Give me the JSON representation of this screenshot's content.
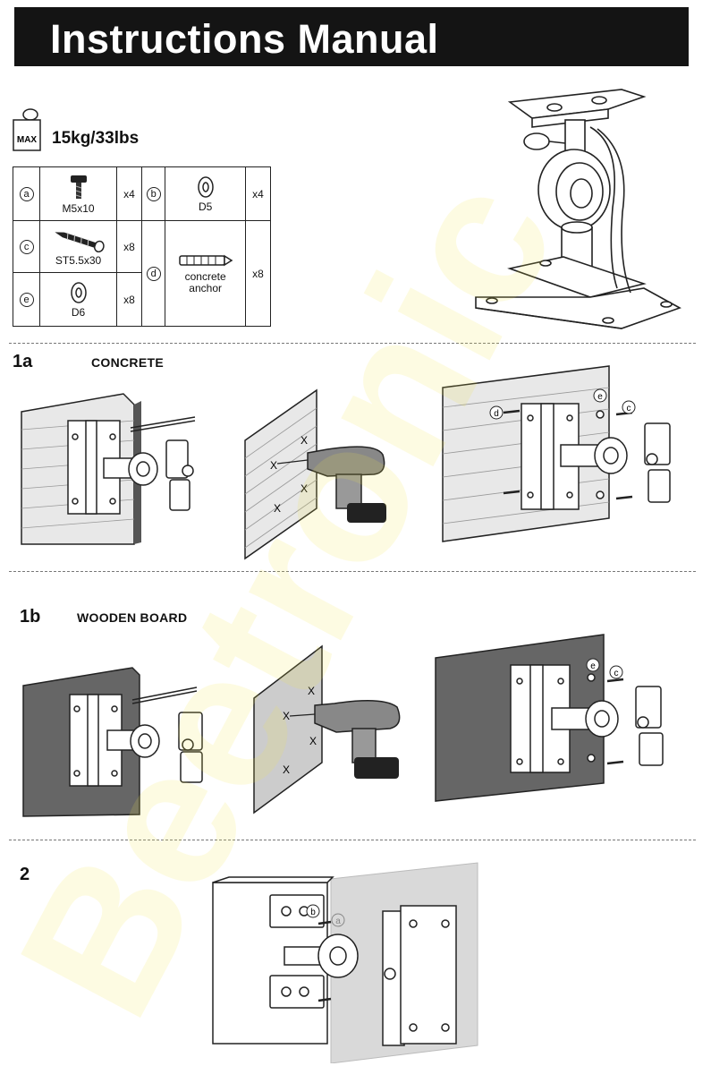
{
  "header": {
    "title": "Instructions Manual"
  },
  "max_load": {
    "icon_text": "MAX",
    "value": "15kg/33lbs"
  },
  "parts": [
    {
      "id": "a",
      "name": "M5x10",
      "qty": "x4"
    },
    {
      "id": "b",
      "name": "D5",
      "qty": "x4"
    },
    {
      "id": "c",
      "name": "ST5.5x30",
      "qty": "x8"
    },
    {
      "id": "d",
      "name_line1": "concrete",
      "name_line2": "anchor",
      "qty": "x8"
    },
    {
      "id": "e",
      "name": "D6",
      "qty": "x8"
    }
  ],
  "steps": [
    {
      "number": "1a",
      "label": "CONCRETE",
      "callouts": [
        "d",
        "e",
        "c"
      ]
    },
    {
      "number": "1b",
      "label": "WOODEN BOARD",
      "callouts": [
        "e",
        "c"
      ]
    },
    {
      "number": "2",
      "label": "",
      "callouts": [
        "b",
        "a"
      ]
    }
  ],
  "drill_marks": "X",
  "watermark": {
    "text": "Beetronic",
    "color": "#f5e84a"
  }
}
